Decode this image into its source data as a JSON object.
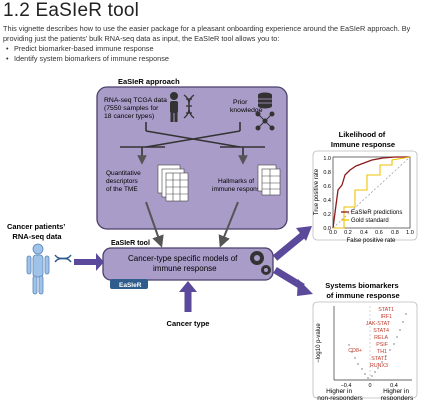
{
  "page": {
    "heading": "1.2 EaSIeR tool",
    "intro": "This vignette describes how to use the easier package for a pleasant onboarding experience around the EaSIeR approach. By providing just the patients’ bulk RNA-seq data as input, the EaSIeR tool allows you to:",
    "bullets": [
      "Predict biomarker-based immune response",
      "Identify system biomarkers of immune response"
    ]
  },
  "figure": {
    "approach_title": "EaSIeR approach",
    "tcga_lines": [
      "RNA-seq TCGA data",
      "(7550 samples for",
      "18 cancer types)"
    ],
    "prior_lines": [
      "Prior",
      "knowledge"
    ],
    "quant_lines": [
      "Quantitative",
      "descriptors",
      "of the TME"
    ],
    "hallmarks_lines": [
      "Hallmarks of",
      "immune response"
    ],
    "tool_title": "EaSIeR tool",
    "model_lines": [
      "Cancer-type specific models of",
      "immune response"
    ],
    "tool_badge": "EaSIeR",
    "patients_lines": [
      "Cancer patients’",
      "RNA-seq data"
    ],
    "cancer_type": "Cancer type",
    "likelihood_lines": [
      "Likelihood of",
      "Immune response"
    ],
    "systems_lines": [
      "Systems biomarkers",
      "of immune response"
    ],
    "roc": {
      "xlabel": "False positive rate",
      "ylabel": "True positive rate",
      "ticks": [
        "0.0",
        "0.2",
        "0.4",
        "0.6",
        "0.8",
        "1.0"
      ],
      "legend": [
        "EaSIeR predictions",
        "Gold standard"
      ],
      "colors": {
        "easier": "#8b1a1a",
        "gold": "#f2c200"
      }
    },
    "volcano": {
      "ylabel": "−log10 p-value",
      "xticks": [
        "−0.4",
        "0",
        "0.4"
      ],
      "left_label": [
        "Higher in",
        "non-responders"
      ],
      "right_label": [
        "Higher in",
        "responders"
      ],
      "genes": [
        "STAT1",
        "IRF1",
        "JAK-STAT",
        "STAT4",
        "RELA",
        "PSIF",
        "CD8+",
        "TH1",
        "STAT1",
        "RUNX3"
      ]
    },
    "colors": {
      "panel": "#a99cc8",
      "arrow": "#5b4a9b",
      "panel_border": "#4a3f6b"
    }
  }
}
